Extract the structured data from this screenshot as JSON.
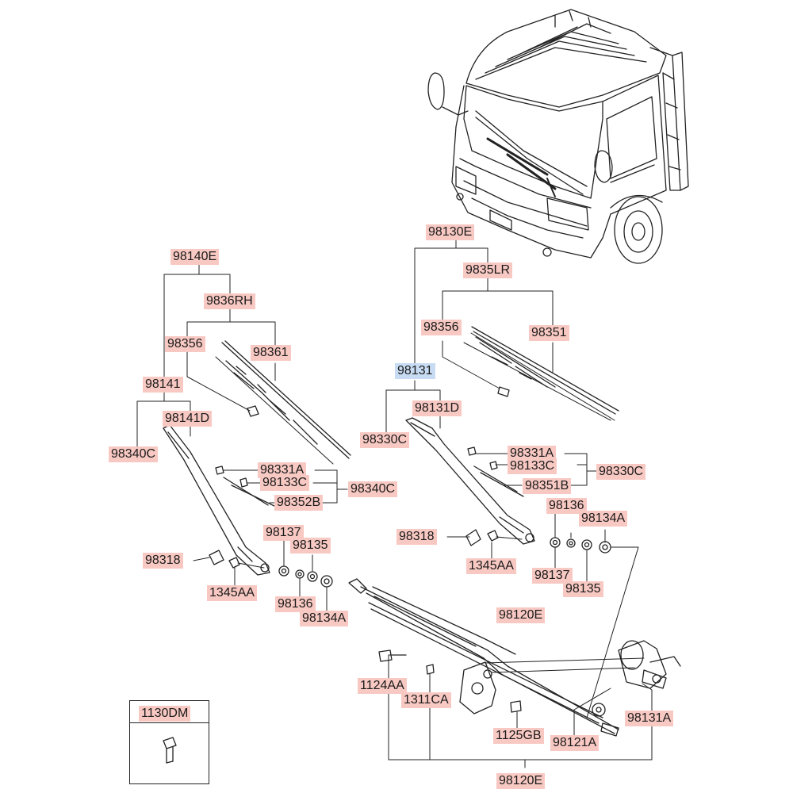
{
  "labels": {
    "l_98130E": "98130E",
    "l_9835LR": "9835LR",
    "l_98356_right": "98356",
    "l_98351": "98351",
    "l_98131": "98131",
    "l_98131D": "98131D",
    "l_98330C_left": "98330C",
    "l_98331A_right": "98331A",
    "l_98133C_right": "98133C",
    "l_98351B": "98351B",
    "l_98330C_right": "98330C",
    "l_98136_top": "98136",
    "l_98134A_top": "98134A",
    "l_98318_right": "98318",
    "l_1345AA_right": "1345AA",
    "l_98137_right": "98137",
    "l_98135_right": "98135",
    "l_98120E_mid": "98120E",
    "l_98140E": "98140E",
    "l_9836RH": "9836RH",
    "l_98356_left": "98356",
    "l_98361": "98361",
    "l_98141": "98141",
    "l_98141D": "98141D",
    "l_98340C_left": "98340C",
    "l_98331A_left": "98331A",
    "l_98133C_left": "98133C",
    "l_98352B": "98352B",
    "l_98340C_right": "98340C",
    "l_98137_left": "98137",
    "l_98135_left": "98135",
    "l_98318_left": "98318",
    "l_1345AA_left": "1345AA",
    "l_98136_left": "98136",
    "l_98134A_left": "98134A",
    "l_1124AA": "1124AA",
    "l_1311CA": "1311CA",
    "l_1125GB": "1125GB",
    "l_98121A": "98121A",
    "l_98131A": "98131A",
    "l_98120E_bottom": "98120E",
    "l_1130DM": "1130DM"
  },
  "colors": {
    "label_bg": "#f8c9c3",
    "highlight_bg": "#c7dcf2",
    "line": "#222222"
  }
}
